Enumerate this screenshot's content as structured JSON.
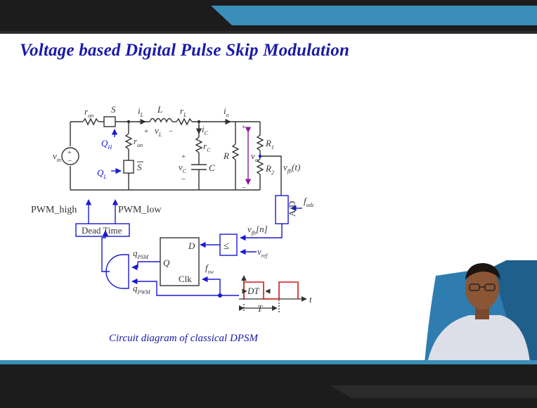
{
  "slide": {
    "title": "Voltage based Digital Pulse Skip Modulation",
    "caption": "Circuit diagram of classical DPSM"
  },
  "diagram": {
    "labels": {
      "r_on": "r",
      "r_on_sub": "on",
      "switch_S": "S",
      "switch_S_bar": "S",
      "Q_H": "Q",
      "Q_H_sub": "H",
      "Q_L": "Q",
      "Q_L_sub": "L",
      "v_in": "v",
      "v_in_sub": "in",
      "i_L": "i",
      "i_L_sub": "L",
      "L": "L",
      "r_L": "r",
      "r_L_sub": "L",
      "v_L": "v",
      "v_L_sub": "L",
      "i_o": "i",
      "i_o_sub": "o",
      "i_C": "i",
      "i_C_sub": "C",
      "r_C": "r",
      "r_C_sub": "C",
      "v_C": "v",
      "v_C_sub": "C",
      "C": "C",
      "R": "R",
      "v_o": "v",
      "v_o_sub": "o",
      "R1": "R",
      "R1_sub": "1",
      "R2": "R",
      "R2_sub": "2",
      "v_fb_t": "v",
      "v_fb_t_sub": "fb",
      "v_fb_t_arg": "(t)",
      "adc": "A/D",
      "f_adc": "f",
      "f_adc_sub": "adc",
      "v_fb_n": "v",
      "v_fb_n_sub": "fb",
      "v_fb_n_arg": "[n]",
      "v_ref": "v",
      "v_ref_sub": "ref",
      "comparator": "≤",
      "ff_D": "D",
      "ff_Q": "Q",
      "ff_clk": "Clk",
      "f_sw": "f",
      "f_sw_sub": "sw",
      "q_psm": "q",
      "q_psm_sub": "PSM",
      "q_pwm": "q",
      "q_pwm_sub": "PWM",
      "dead_time": "Dead Time",
      "pwm_high": "PWM_high",
      "pwm_low": "PWM_low",
      "DT": "DT",
      "T": "T",
      "t": "t",
      "plus": "+",
      "minus": "−"
    },
    "colors": {
      "circuit": "#333333",
      "control": "#1a1ad0",
      "waveform": "#d01818",
      "title": "#1a1aa8",
      "bar_dark": "#1c1c1c",
      "bar_accent": "#3a8fb8"
    }
  }
}
